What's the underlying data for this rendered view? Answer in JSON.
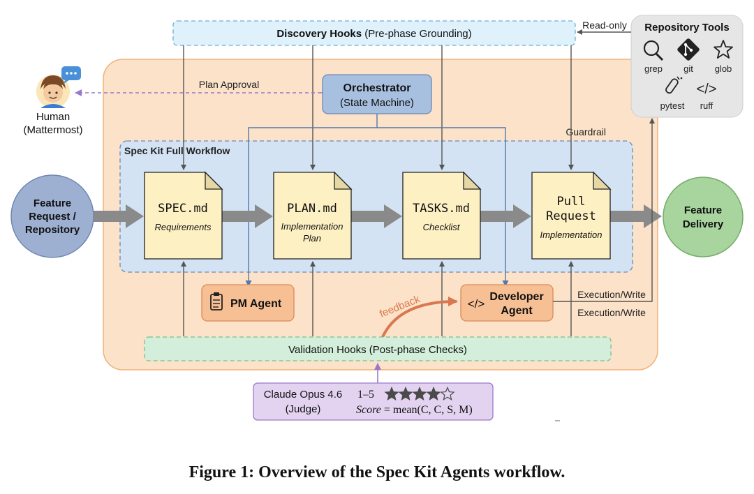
{
  "discovery": {
    "label_bold": "Discovery Hooks",
    "label_rest": "(Pre-phase Grounding)"
  },
  "read_only": "Read-only",
  "repo_tools": {
    "title": "Repository Tools",
    "tools": [
      {
        "label": "grep",
        "icon": "search-icon"
      },
      {
        "label": "git",
        "icon": "git-icon"
      },
      {
        "label": "glob",
        "icon": "star-icon"
      },
      {
        "label": "pytest",
        "icon": "test-tube-icon"
      },
      {
        "label": "ruff",
        "icon": "code-icon"
      }
    ]
  },
  "human": {
    "line1": "Human",
    "line2": "(Mattermost)"
  },
  "plan_approval": "Plan Approval",
  "orchestrator": {
    "title": "Orchestrator",
    "subtitle": "(State Machine)"
  },
  "guardrail": "Guardrail",
  "spec_kit": "Spec Kit Full Workflow",
  "feature_request": {
    "line1": "Feature",
    "line2": "Request /",
    "line3": "Repository"
  },
  "feature_delivery": {
    "line1": "Feature",
    "line2": "Delivery"
  },
  "docs": [
    {
      "title": [
        "SPEC.md"
      ],
      "sub": [
        "Requirements"
      ]
    },
    {
      "title": [
        "PLAN.md"
      ],
      "sub": [
        "Implementation",
        "Plan"
      ]
    },
    {
      "title": [
        "TASKS.md"
      ],
      "sub": [
        "Checklist"
      ]
    },
    {
      "title": [
        "Pull",
        "Request"
      ],
      "sub": [
        "Implementation"
      ]
    }
  ],
  "pm_agent": "PM Agent",
  "developer_agent": {
    "line1": "Developer",
    "line2": "Agent"
  },
  "feedback": "feedback",
  "exec_write_1": "Execution/Write",
  "exec_write_2": "Execution/Write",
  "validation": "Validation Hooks (Post-phase Checks)",
  "judge": {
    "model": "Claude Opus 4.6",
    "role": "(Judge)",
    "range": "1–5",
    "rating": 4,
    "max_rating": 5,
    "score_label": "Score",
    "score_formula": "= mean(C, C, S, M)"
  },
  "caption": "Figure 1: Overview of the Spec Kit Agents workflow."
}
